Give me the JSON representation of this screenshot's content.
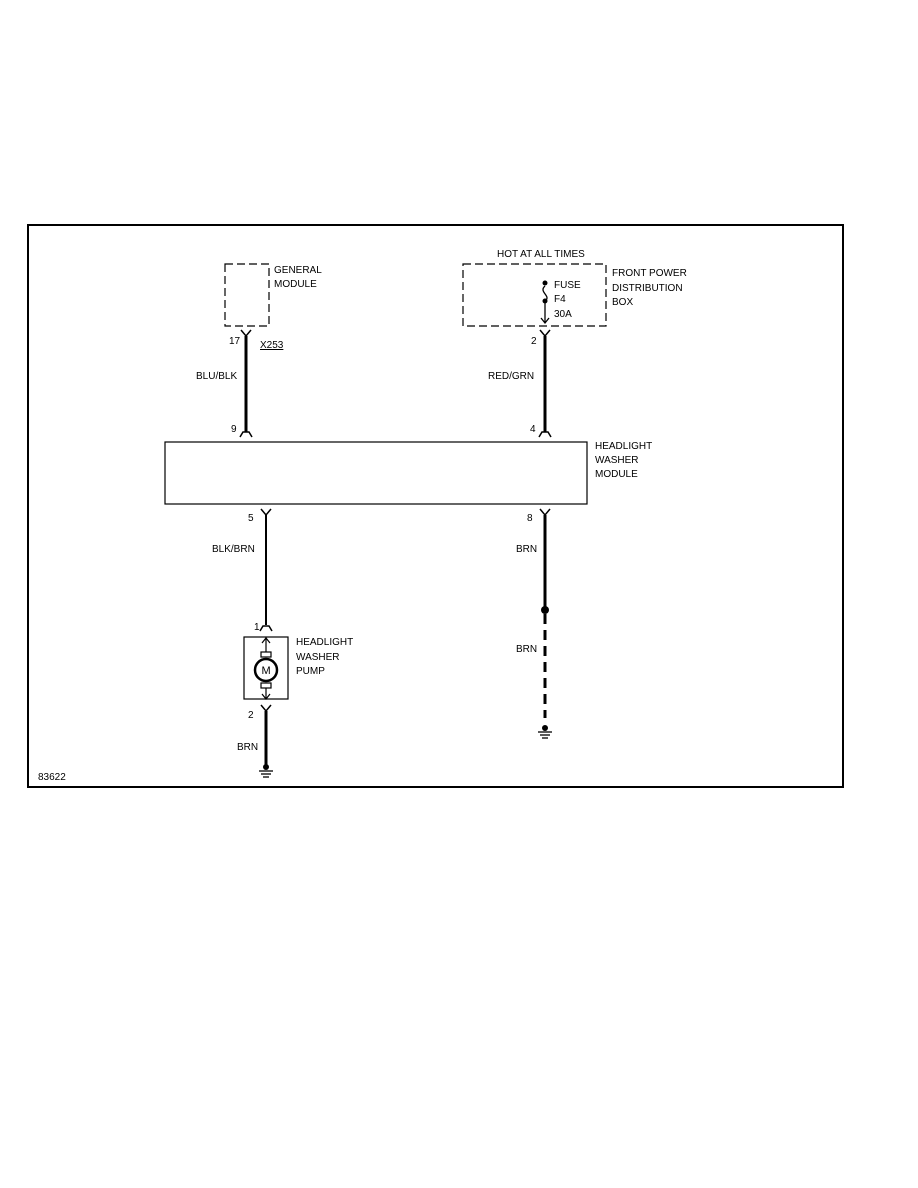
{
  "diagram": {
    "figure_number": "83622",
    "hot_at_all_times": "HOT AT ALL TIMES",
    "general_module": {
      "line1": "GENERAL",
      "line2": "MODULE",
      "pin": "17",
      "connector": "X253"
    },
    "front_power_box": {
      "line1": "FRONT POWER",
      "line2": "DISTRIBUTION",
      "line3": "BOX",
      "pin": "2"
    },
    "fuse": {
      "line1": "FUSE",
      "line2": "F4",
      "line3": "30A"
    },
    "washer_module": {
      "line1": "HEADLIGHT",
      "line2": "WASHER",
      "line3": "MODULE",
      "pin_top_left": "9",
      "pin_top_right": "4",
      "pin_bottom_left": "5",
      "pin_bottom_right": "8"
    },
    "pump": {
      "line1": "HEADLIGHT",
      "line2": "WASHER",
      "line3": "PUMP",
      "pin_top": "1",
      "pin_bottom": "2",
      "motor_symbol": "M"
    },
    "wires": {
      "left_upper": "BLU/BLK",
      "right_upper": "RED/GRN",
      "left_lower": "BLK/BRN",
      "right_lower": "BRN",
      "right_ground": "BRN",
      "pump_ground": "BRN"
    }
  }
}
